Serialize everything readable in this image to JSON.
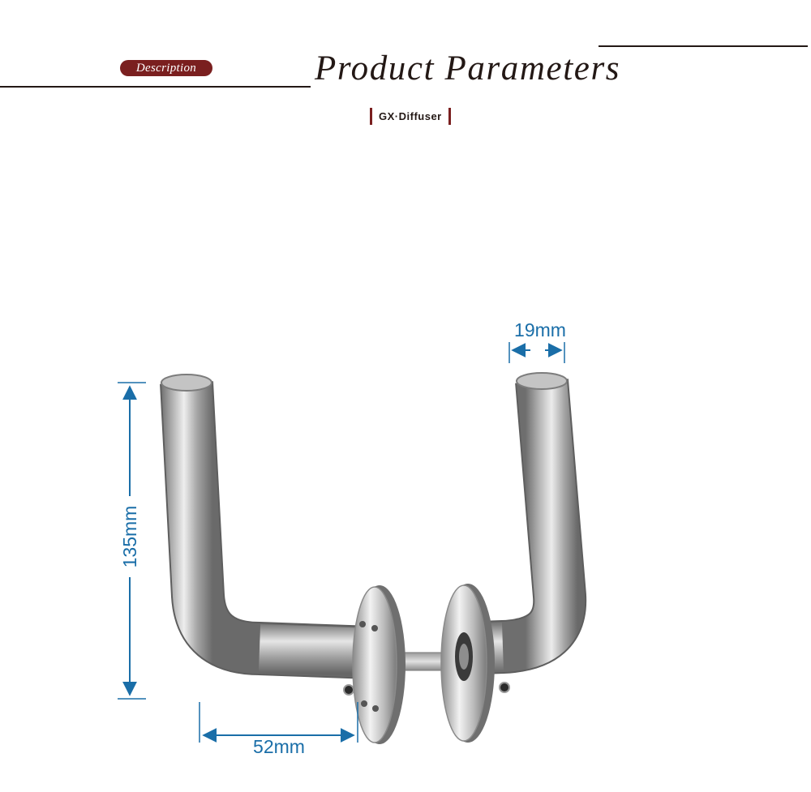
{
  "header": {
    "description_label": "Description",
    "title": "Product Parameters",
    "subtitle": "GX·Diffuser"
  },
  "dimensions": {
    "height_label": "135mm",
    "diameter_label": "19mm",
    "projection_label": "52mm"
  },
  "colors": {
    "accent": "#7a1f1f",
    "dimension": "#1a6ea8",
    "text": "#231815"
  }
}
